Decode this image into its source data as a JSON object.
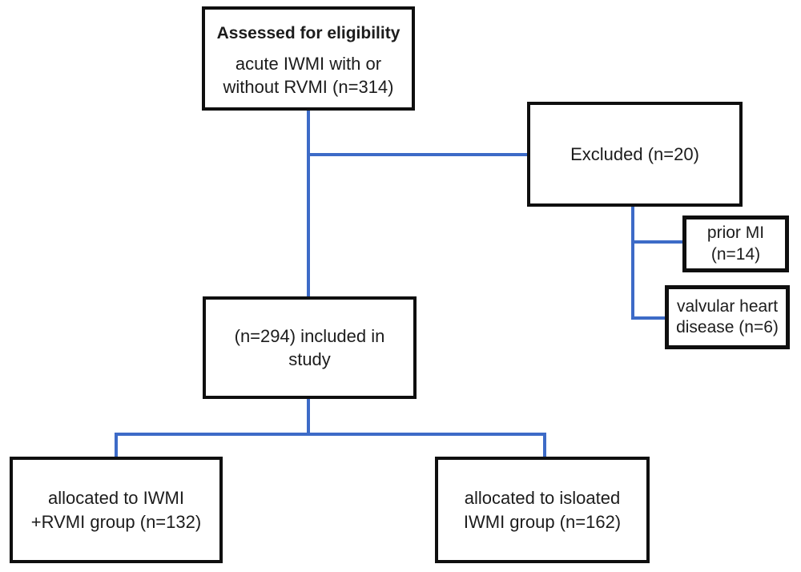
{
  "diagram": {
    "type": "study-flowchart",
    "nodes": {
      "assessed": {
        "heading": "Assessed for eligibility",
        "line1": "acute IWMI with or",
        "line2": "without RVMI (n=314)",
        "n": 314
      },
      "excluded": {
        "label": "Excluded (n=20)",
        "n": 20
      },
      "prior_mi": {
        "line1": "prior MI",
        "line2": "(n=14)",
        "n": 14
      },
      "valvular": {
        "line1": "valvular heart",
        "line2": "disease (n=6)",
        "n": 6
      },
      "included": {
        "line1": "(n=294) included in",
        "line2": "study",
        "n": 294
      },
      "alloc_rvmi": {
        "line1": "allocated to IWMI",
        "line2": "+RVMI group (n=132)",
        "n": 132
      },
      "alloc_isolated": {
        "line1": "allocated to isloated",
        "line2": "IWMI group (n=162)",
        "n": 162
      }
    },
    "connectors": [
      "assessed -> included",
      "assessed -> excluded",
      "excluded -> prior_mi",
      "excluded -> valvular",
      "included -> alloc_rvmi",
      "included -> alloc_isolated"
    ],
    "colors": {
      "connector": "#3d6bc7",
      "box_border": "#0f0f0f",
      "text": "#1c1c1c",
      "background": "#ffffff"
    }
  }
}
